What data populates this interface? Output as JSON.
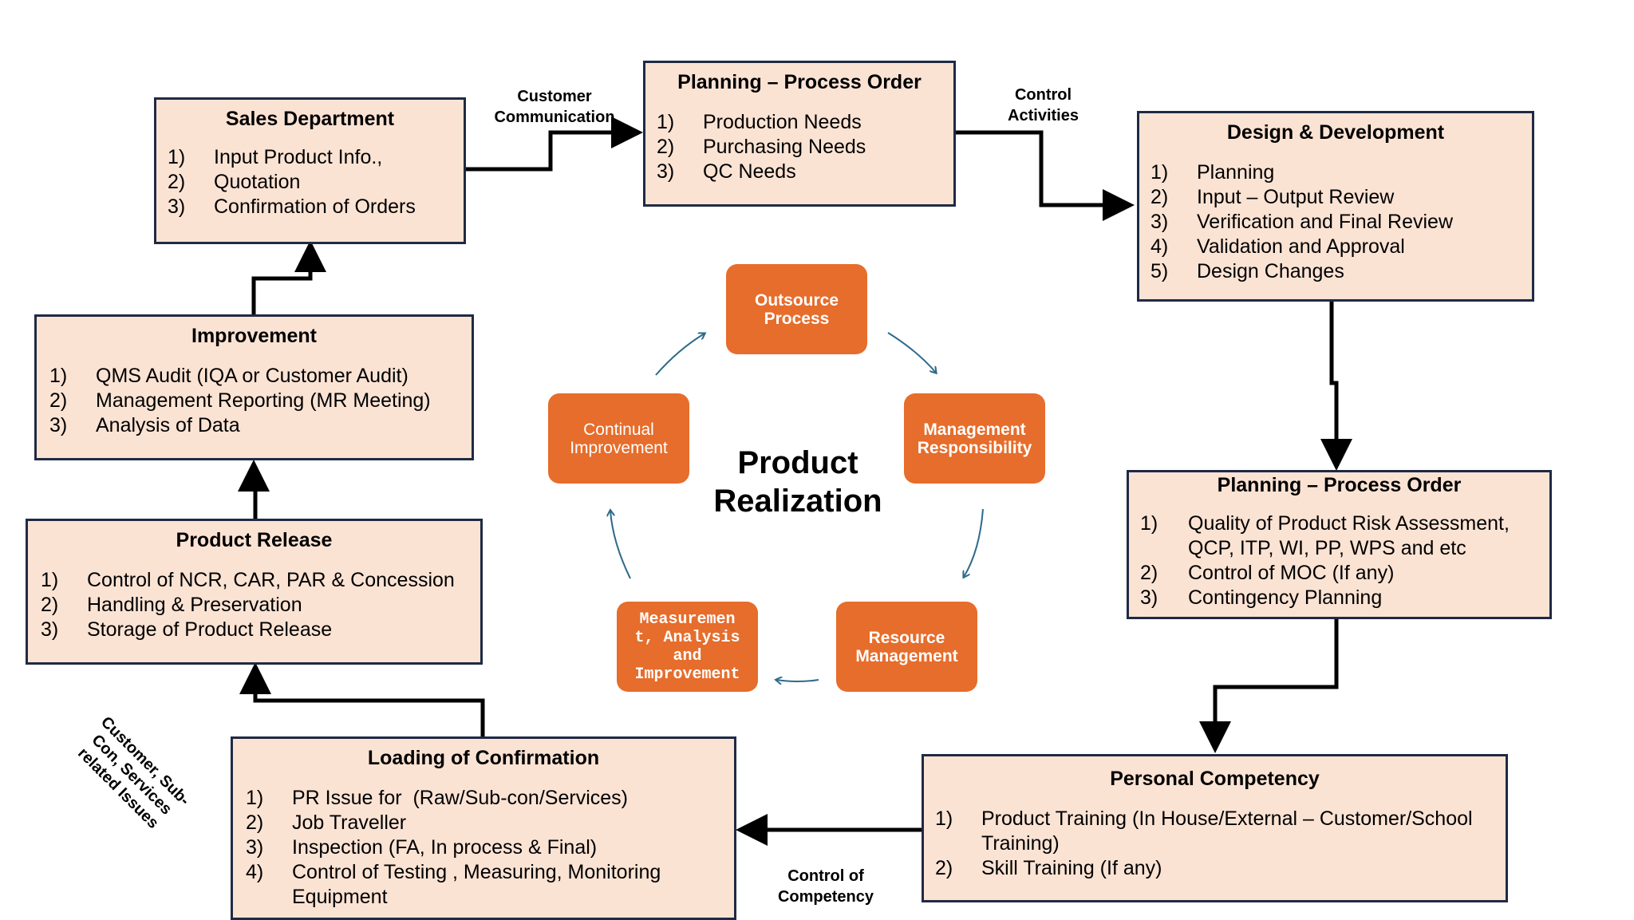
{
  "boxes": {
    "sales": {
      "title": "Sales Department",
      "items": [
        {
          "num": "1)",
          "text": "Input Product Info.,"
        },
        {
          "num": "2)",
          "text": "Quotation"
        },
        {
          "num": "3)",
          "text": "Confirmation of Orders"
        }
      ]
    },
    "planning_top": {
      "title": "Planning – Process Order",
      "items": [
        {
          "num": "1)",
          "text": "Production Needs"
        },
        {
          "num": "2)",
          "text": "Purchasing Needs"
        },
        {
          "num": "3)",
          "text": "QC Needs"
        }
      ]
    },
    "design": {
      "title": "Design & Development",
      "items": [
        {
          "num": "1)",
          "text": "Planning"
        },
        {
          "num": "2)",
          "text": "Input – Output Review"
        },
        {
          "num": "3)",
          "text": "Verification and Final Review"
        },
        {
          "num": "4)",
          "text": "Validation and Approval"
        },
        {
          "num": "5)",
          "text": "Design Changes"
        }
      ]
    },
    "improvement": {
      "title": "Improvement",
      "items": [
        {
          "num": "1)",
          "text": "QMS Audit (IQA or Customer Audit)"
        },
        {
          "num": "2)",
          "text": "Management Reporting (MR Meeting)"
        },
        {
          "num": "3)",
          "text": "Analysis of Data"
        }
      ]
    },
    "planning_right": {
      "title": "Planning – Process Order",
      "items": [
        {
          "num": "1)",
          "text": "Quality of Product Risk Assessment, QCP, ITP, WI, PP, WPS and etc"
        },
        {
          "num": "2)",
          "text": "Control of MOC (If any)"
        },
        {
          "num": "3)",
          "text": "Contingency Planning"
        }
      ]
    },
    "release": {
      "title": "Product Release",
      "items": [
        {
          "num": "1)",
          "text": "Control of NCR, CAR, PAR & Concession"
        },
        {
          "num": "2)",
          "text": "Handling & Preservation"
        },
        {
          "num": "3)",
          "text": "Storage of Product Release"
        }
      ]
    },
    "loading": {
      "title": "Loading of Confirmation",
      "items": [
        {
          "num": "1)",
          "text": "PR Issue for  (Raw/Sub-con/Services)"
        },
        {
          "num": "2)",
          "text": "Job Traveller"
        },
        {
          "num": "3)",
          "text": "Inspection (FA, In process & Final)"
        },
        {
          "num": "4)",
          "text": "Control of Testing , Measuring, Monitoring Equipment"
        }
      ]
    },
    "competency": {
      "title": "Personal Competency",
      "items": [
        {
          "num": "1)",
          "text": "Product Training (In House/External – Customer/School Training)"
        },
        {
          "num": "2)",
          "text": "Skill Training (If any)"
        }
      ]
    }
  },
  "labels": {
    "customer_communication": "Customer Communication",
    "control_activities": "Control Activities",
    "control_of_competency": "Control of Competency",
    "side_note": "Customer, Sub-Con, Services related Issues"
  },
  "cycle": {
    "center_title": "Product Realization",
    "outsource": "Outsource Process",
    "management": "Management Responsibility",
    "resource": "Resource Management",
    "measurement": "Measuremen t, Analysis and Improvement",
    "continual": "Continual Improvement"
  },
  "colors": {
    "box_fill": "#fbe3d4",
    "box_border": "#1f2a44",
    "pill": "#e66d2c",
    "cycle_arrow": "#2d6a8a",
    "connector": "#000000"
  }
}
